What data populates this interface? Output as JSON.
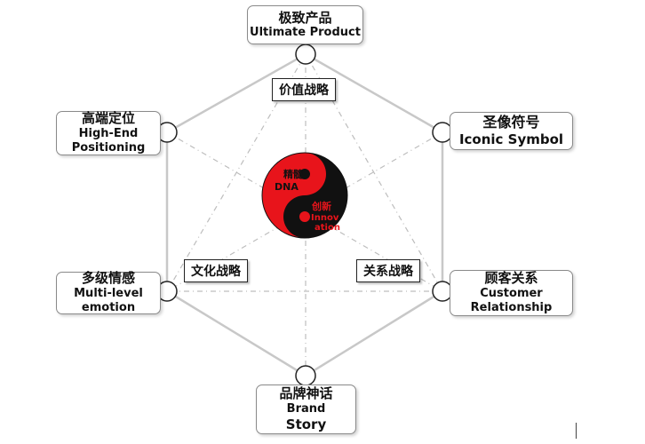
{
  "nodes": {
    "top": {
      "zh": "极致产品",
      "en": "Ultimate Product"
    },
    "upper_left": {
      "zh": "高端定位",
      "en1": "High-End",
      "en2": "Positioning"
    },
    "upper_right": {
      "zh": "圣像符号",
      "en": "Iconic Symbol"
    },
    "lower_left": {
      "zh": "多级情感",
      "en1": "Multi-level",
      "en2": "emotion"
    },
    "lower_right": {
      "zh": "顾客关系",
      "en1": "Customer",
      "en2": "Relationship"
    },
    "bottom": {
      "zh": "品牌神话",
      "en1": "Brand",
      "en2": "Story"
    }
  },
  "strategies": {
    "value": "价值战略",
    "culture": "文化战略",
    "relationship": "关系战略"
  },
  "core": {
    "upper_zh": "精髓",
    "upper_en": "DNA",
    "lower_zh": "创新",
    "lower_en1": "Innov",
    "lower_en2": "ation"
  },
  "colors": {
    "yin": "#111111",
    "yang": "#e8141b",
    "hexagon": "#c8c8c8",
    "dashed": "#bdbdbd"
  }
}
